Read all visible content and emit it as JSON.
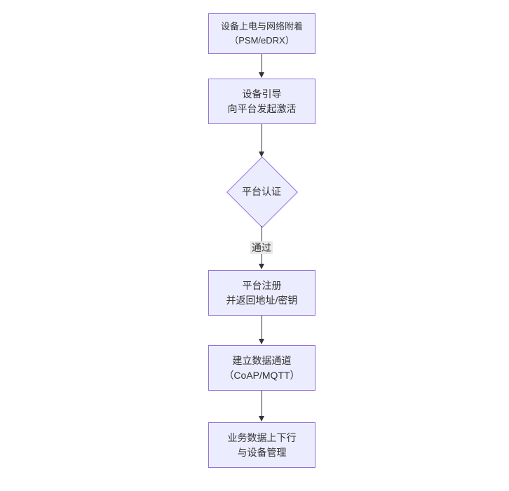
{
  "diagram": {
    "type": "flowchart",
    "direction": "top-down",
    "background": "#ffffff",
    "colors": {
      "node_fill": "#ECECFF",
      "node_border": "#9370DB",
      "text": "#333333",
      "edge": "#333333",
      "edge_label_bg": "#e8e8e8"
    },
    "nodes": [
      {
        "id": "A",
        "shape": "rect",
        "lines": [
          "设备上电与网络附着",
          "（PSM/eDRX）"
        ]
      },
      {
        "id": "B",
        "shape": "rect",
        "lines": [
          "设备引导",
          "向平台发起激活"
        ]
      },
      {
        "id": "C",
        "shape": "diamond",
        "lines": [
          "平台认证"
        ]
      },
      {
        "id": "D",
        "shape": "rect",
        "lines": [
          "平台注册",
          "并返回地址/密钥"
        ]
      },
      {
        "id": "E",
        "shape": "rect",
        "lines": [
          "建立数据通道",
          "（CoAP/MQTT）"
        ]
      },
      {
        "id": "F",
        "shape": "rect",
        "lines": [
          "业务数据上下行",
          "与设备管理"
        ]
      }
    ],
    "edges": [
      {
        "from": "A",
        "to": "B",
        "label": ""
      },
      {
        "from": "B",
        "to": "C",
        "label": ""
      },
      {
        "from": "C",
        "to": "D",
        "label": "通过"
      },
      {
        "from": "D",
        "to": "E",
        "label": ""
      },
      {
        "from": "E",
        "to": "F",
        "label": ""
      }
    ]
  }
}
